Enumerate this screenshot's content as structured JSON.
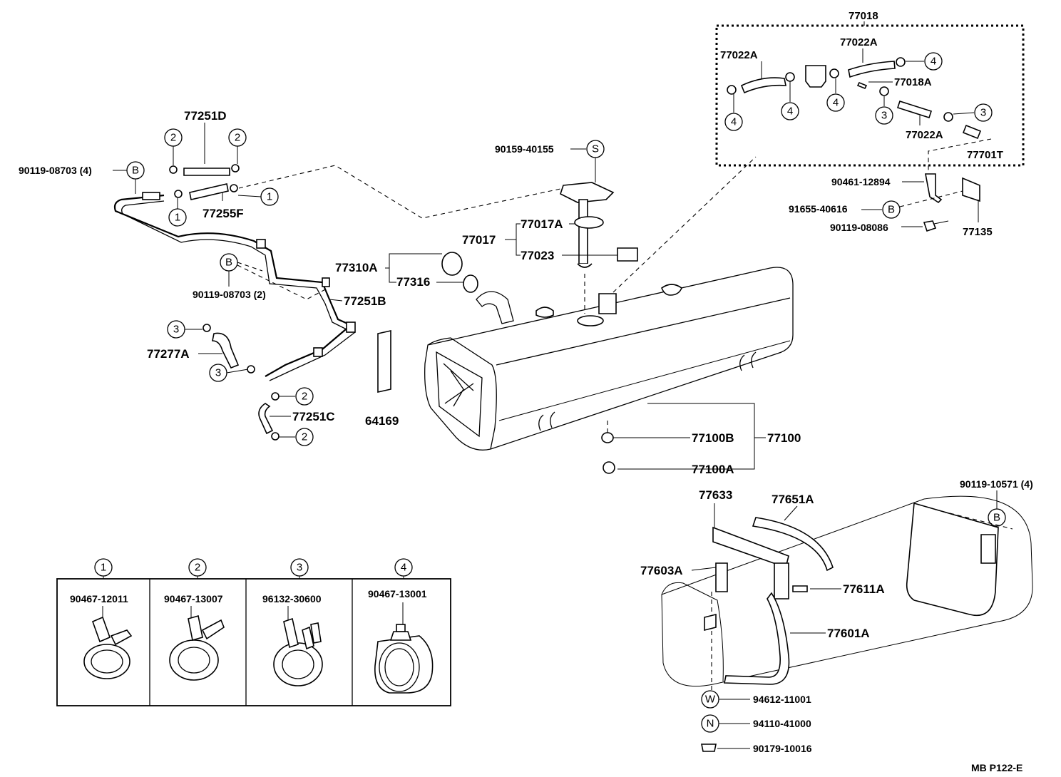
{
  "diagram": {
    "code": "MB  P122-E",
    "labels": {
      "p77018": "77018",
      "p77022A_1": "77022A",
      "p77022A_2": "77022A",
      "p77022A_3": "77022A",
      "p77018A": "77018A",
      "p77701T": "77701T",
      "p90461_12894": "90461-12894",
      "p91655_40616": "91655-40616",
      "p90119_08086": "90119-08086",
      "p77135": "77135",
      "p77251D": "77251D",
      "p77255F": "77255F",
      "p90119_08703_4": "90119-08703 (4)",
      "p90119_08703_2": "90119-08703 (2)",
      "p77251B": "77251B",
      "p77277A": "77277A",
      "p77251C": "77251C",
      "p64169": "64169",
      "p90159_40155": "90159-40155",
      "p77017": "77017",
      "p77017A": "77017A",
      "p77023": "77023",
      "p77310A": "77310A",
      "p77316": "77316",
      "p77100B": "77100B",
      "p77100": "77100",
      "p77100A": "77100A",
      "p77633": "77633",
      "p77651A": "77651A",
      "p90119_10571_4": "90119-10571 (4)",
      "p77603A": "77603A",
      "p77611A": "77611A",
      "p77601A": "77601A",
      "p94612_11001": "94612-11001",
      "p94110_41000": "94110-41000",
      "p90179_10016": "90179-10016"
    },
    "markers": {
      "one": "1",
      "two": "2",
      "three": "3",
      "four": "4",
      "B": "B",
      "S": "S",
      "W": "W",
      "N": "N"
    },
    "clamp_table": [
      {
        "no": "1",
        "part": "90467-12011"
      },
      {
        "no": "2",
        "part": "90467-13007"
      },
      {
        "no": "3",
        "part": "96132-30600"
      },
      {
        "no": "4",
        "part": "90467-13001"
      }
    ]
  }
}
